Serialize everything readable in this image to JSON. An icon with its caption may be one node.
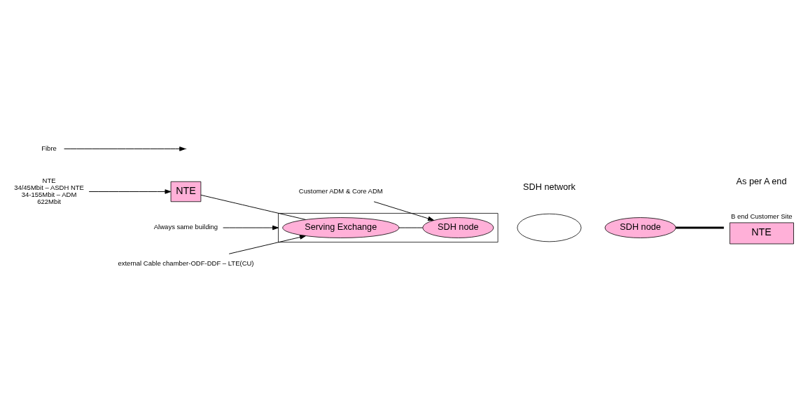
{
  "diagram": {
    "nodes": [
      {
        "text": [],
        "shape": "box"
      },
      {
        "text": [
          "Serving Exchange"
        ],
        "in": 0
      },
      {
        "text": [
          "SDH node"
        ],
        "in": 0
      },
      {
        "text": [
          "NTE"
        ]
      },
      {
        "text": [
          "SDH node"
        ]
      },
      {
        "text": [
          "NTE"
        ],
        "beside": [
          "B end Customer Site"
        ]
      },
      {
        "text": [],
        "shape": "ellipse"
      },
      {
        "text": [
          "Always same building"
        ]
      },
      {
        "text": [
          "Fibre"
        ]
      },
      {
        "text": [
          "external Cable chamber-ODF-DDF – LTE(CU)"
        ]
      },
      {
        "text": [
          "Customer ADM & Core ADM"
        ]
      },
      {
        "text": [
          "NTE",
          "34/45Mbit – ASDH NTE",
          "34-155Mbit – ADM",
          "622Mbit"
        ]
      }
    ],
    "edges": [
      {
        "from": 3,
        "to": 1,
        "arrow": "none"
      },
      {
        "from": 1,
        "to": 2,
        "arrow": "none"
      },
      {
        "from": 4,
        "to": 5,
        "arrow": "none",
        "style": "thick"
      },
      {
        "from": 7,
        "to": 0,
        "arrow": "to"
      },
      {
        "from": 8,
        "to": null,
        "arrow": "to"
      },
      {
        "from": 9,
        "to": 1,
        "arrow": "to"
      },
      {
        "from": 10,
        "to": 2,
        "arrow": "to"
      },
      {
        "from": 11,
        "to": 3,
        "arrow": "to"
      }
    ],
    "labels": [
      "SDH network",
      "As per A end"
    ]
  }
}
